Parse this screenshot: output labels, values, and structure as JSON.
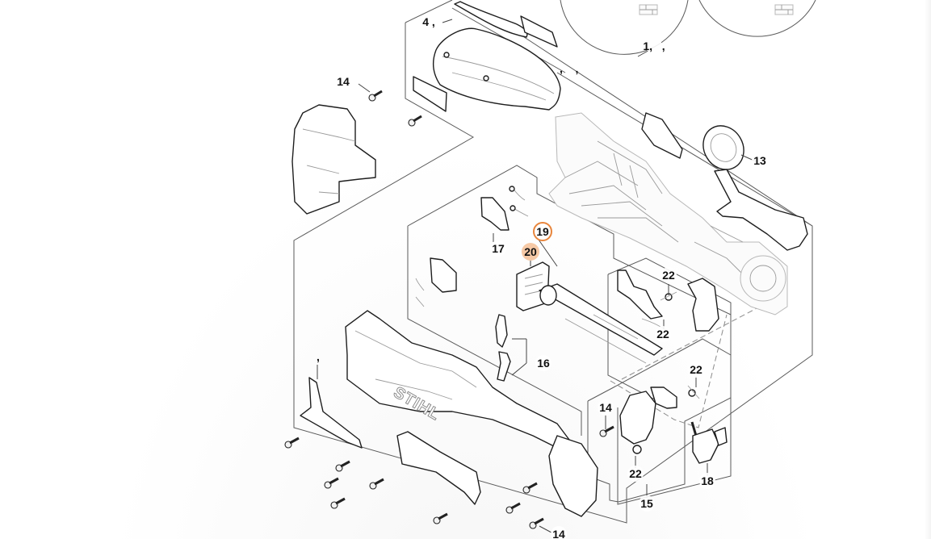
{
  "diagram": {
    "title": "Exploded parts diagram - housing and handle assembly",
    "brand_mark": "STIHL",
    "highlight_colors": {
      "outline": "#e8853c",
      "fill": "#f6c9a6",
      "text": "#111111"
    },
    "frame_color": "#5a5a5a",
    "callouts": [
      {
        "id": "c-4",
        "number": "4",
        "suffix": " ,",
        "highlight": "none"
      },
      {
        "id": "c-1",
        "number": "1",
        "suffix": ",   ,",
        "highlight": "none"
      },
      {
        "id": "c-comma-top",
        "number": "",
        "suffix": ",    ,",
        "highlight": "none"
      },
      {
        "id": "c-14a",
        "number": "14",
        "suffix": "",
        "highlight": "none"
      },
      {
        "id": "c-13",
        "number": "13",
        "suffix": "",
        "highlight": "none"
      },
      {
        "id": "c-19",
        "number": "19",
        "suffix": "",
        "highlight": "outline"
      },
      {
        "id": "c-20",
        "number": "20",
        "suffix": "",
        "highlight": "fill"
      },
      {
        "id": "c-17",
        "number": "17",
        "suffix": "",
        "highlight": "none"
      },
      {
        "id": "c-22a",
        "number": "22",
        "suffix": "",
        "highlight": "none"
      },
      {
        "id": "c-22b",
        "number": "22",
        "suffix": "",
        "highlight": "none"
      },
      {
        "id": "c-16",
        "number": "16",
        "suffix": "",
        "highlight": "none"
      },
      {
        "id": "c-comma-left",
        "number": "",
        "suffix": ",",
        "highlight": "none"
      },
      {
        "id": "c-22c",
        "number": "22",
        "suffix": "",
        "highlight": "none"
      },
      {
        "id": "c-14b",
        "number": "14",
        "suffix": "",
        "highlight": "none"
      },
      {
        "id": "c-22d",
        "number": "22",
        "suffix": "",
        "highlight": "none"
      },
      {
        "id": "c-18",
        "number": "18",
        "suffix": "",
        "highlight": "none"
      },
      {
        "id": "c-15",
        "number": "15",
        "suffix": "",
        "highlight": "none"
      },
      {
        "id": "c-14c",
        "number": "14",
        "suffix": "",
        "highlight": "none"
      }
    ]
  }
}
